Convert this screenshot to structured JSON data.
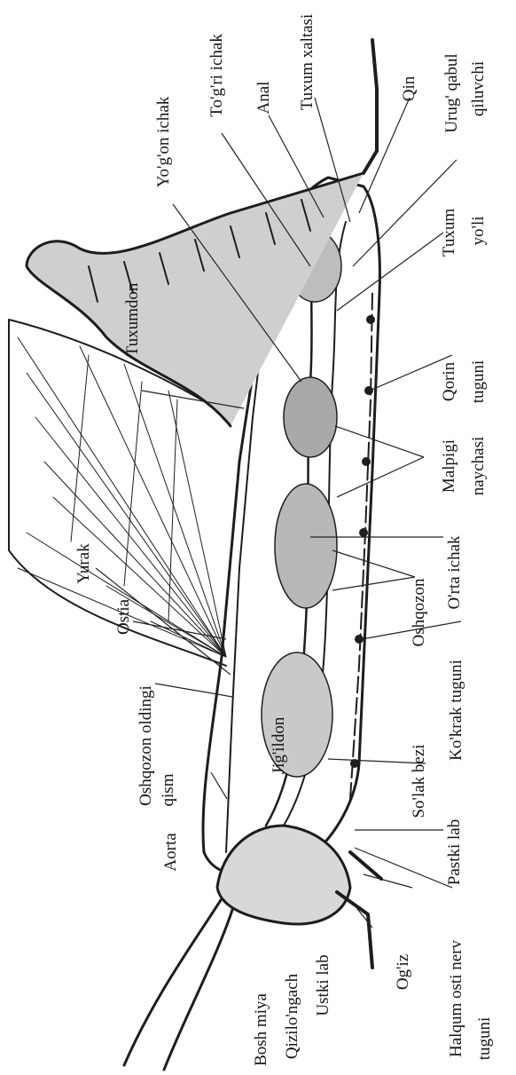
{
  "labels": {
    "yurak": "Yurak",
    "ostia": "Ostia",
    "oshqozon_oldingi": "Oshqozon oldingi",
    "qism": "qism",
    "aorta": "Aorta",
    "tuxumdon": "Tuxumdon",
    "yogon_ichak": "Yo'g'on ichak",
    "togri_ichak": "To'g'ri ichak",
    "anal": "Anal",
    "tuxum_xaltasi": "Tuxum xaltasi",
    "qin": "Qin",
    "urug_qabul": "Urug' qabul",
    "qiluvchi": "qiluvchi",
    "tuxum": "Tuxum",
    "yoli": "yo'li",
    "qorin": "Qorin",
    "tuguni_qorin": "tuguni",
    "malpigi": "Malpigi",
    "naychasi": "naychasi",
    "orta_ichak": "O'rta ichak",
    "oshqozon": "Oshqozon",
    "jigildon": "Jig'ildon",
    "kokrak_tuguni": "Ko'krak tuguni",
    "solak_bezi": "So'lak bezi",
    "pastki_lab": "Pastki lab",
    "halqum_osti_nerv": "Halqum osti nerv",
    "tuguni_halqum": "tuguni",
    "bosh_miya": "Bosh miya",
    "qizilongach": "Qizilo'ngach",
    "ustki_lab": "Ustki lab",
    "ogiz": "Og'iz"
  }
}
